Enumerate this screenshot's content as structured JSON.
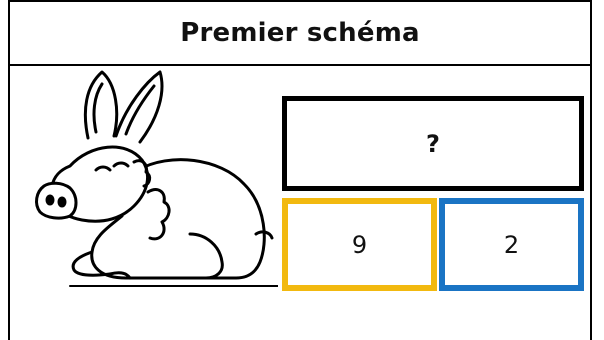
{
  "title": "Premier schéma",
  "illustration": {
    "icon": "donkey-illustration"
  },
  "diagram": {
    "total_label": "?",
    "part_a": "9",
    "part_b": "2",
    "colors": {
      "total_border": "#000000",
      "part_a_border": "#f2b90f",
      "part_b_border": "#1a74c4"
    }
  }
}
